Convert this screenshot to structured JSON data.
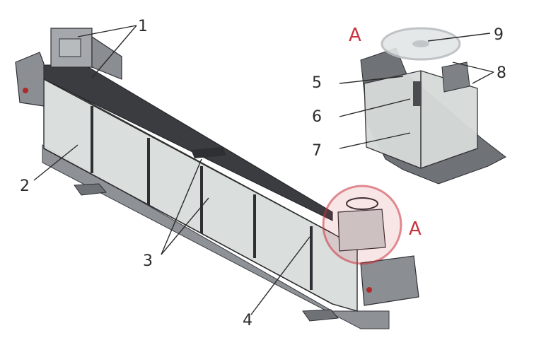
{
  "callouts": {
    "n1": "1",
    "n2": "2",
    "n3": "3",
    "n4": "4",
    "n5": "5",
    "n6": "6",
    "n7": "7",
    "n8": "8",
    "n9": "9",
    "detail_left": "A",
    "detail_right": "A"
  },
  "colors": {
    "callout_accent": "#c8323c",
    "frame": "#2e2f33",
    "glass": "#cfd6d6",
    "metal": "#9a9ea3"
  }
}
